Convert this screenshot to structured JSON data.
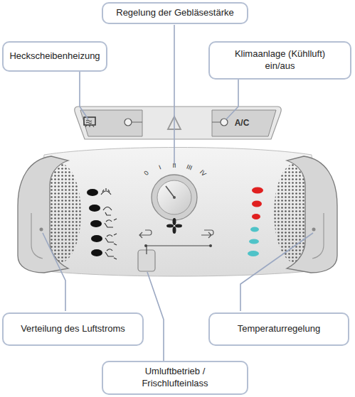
{
  "diagram": {
    "nodes": [
      {
        "text": [
          "Regelung der Gebläsestärke"
        ]
      },
      {
        "text": [
          "Heckscheibenheizung"
        ]
      },
      {
        "text": [
          "Klimaanlage (Kühlluft) ein/aus"
        ]
      },
      {
        "text": [
          "Verteilung des Luftstroms"
        ]
      },
      {
        "text": [
          "Temperaturregelung"
        ]
      },
      {
        "text": [
          "Umluftbetrieb / Frischlufteinlass"
        ]
      }
    ],
    "labels": [
      "A/C",
      "0",
      "I",
      "II",
      "III",
      "IV"
    ]
  }
}
